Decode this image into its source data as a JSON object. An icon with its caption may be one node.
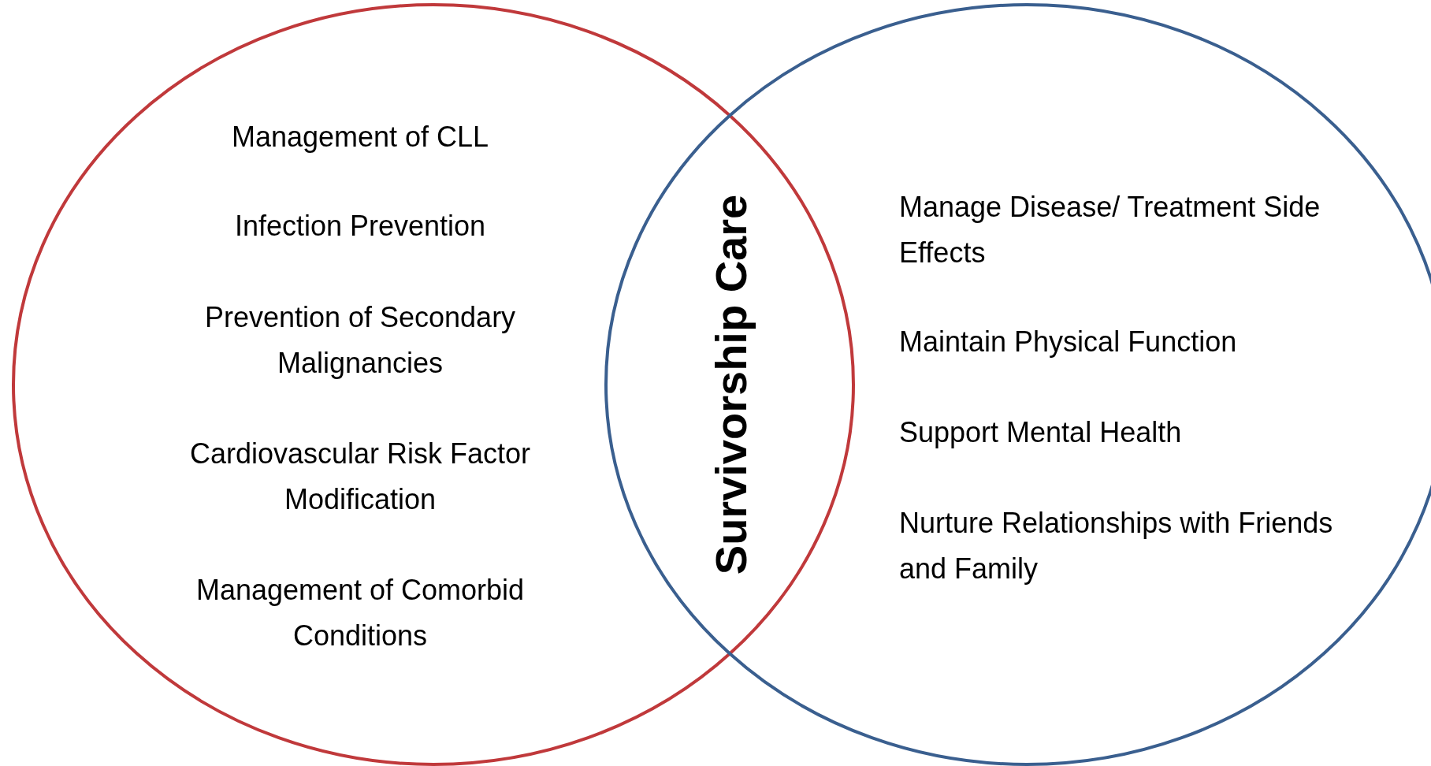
{
  "diagram": {
    "nodes": [
      {
        "text": [
          "Management of CLL",
          "Infection Prevention",
          "Prevention of Secondary Malignancies",
          "Cardiovascular Risk Factor Modification",
          "Management of Comorbid Conditions"
        ]
      },
      {
        "text": [
          "Manage Disease/ Treatment Side Effects",
          "Maintain Physical Function",
          "Support Mental Health",
          "Nurture Relationships with Friends and Family"
        ]
      }
    ],
    "labels": [
      "Survivorship Care"
    ]
  }
}
